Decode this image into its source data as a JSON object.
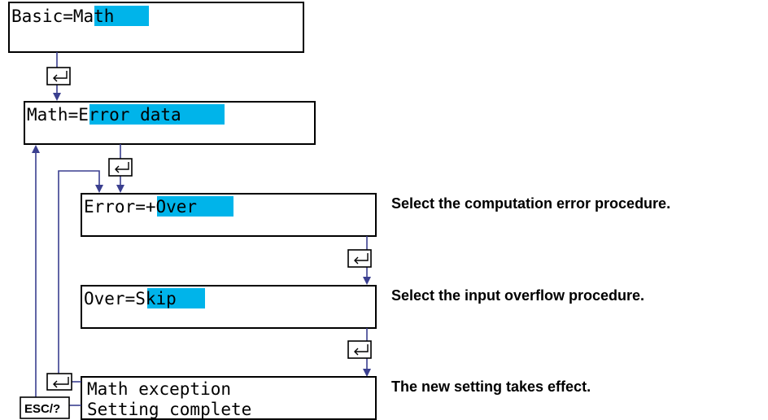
{
  "screens": {
    "basic": {
      "prefix": "Basic=",
      "value": "Math"
    },
    "math": {
      "prefix": "Math=",
      "value": "Error data"
    },
    "error": {
      "prefix": "Error=",
      "value": "+Over"
    },
    "over": {
      "prefix": "Over=",
      "value": "Skip"
    },
    "complete": {
      "line1": "Math exception",
      "line2": "Setting complete"
    }
  },
  "descriptions": {
    "error": "Select the computation error procedure.",
    "over": "Select the input overflow procedure.",
    "complete": "The new setting takes effect."
  },
  "keys": {
    "enter_icon": "enter-key-icon",
    "esc_label": "ESC/?"
  },
  "colors": {
    "highlight": "#00b4ea",
    "flow_line": "#3a3f8f"
  }
}
